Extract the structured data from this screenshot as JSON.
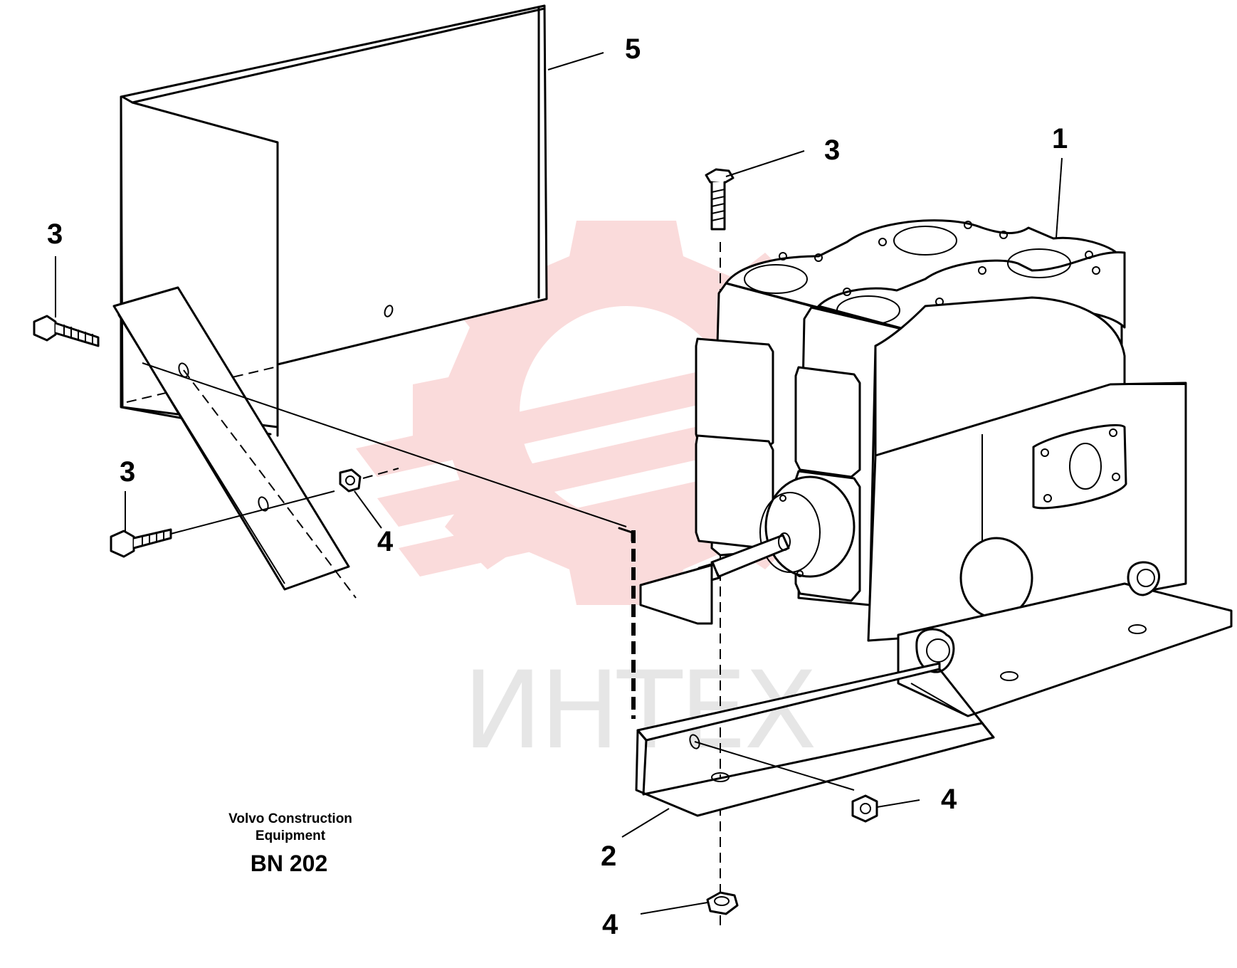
{
  "watermark": {
    "text": "ИНТЕХ",
    "gear_color": "#f08080"
  },
  "callouts": [
    {
      "id": "part-1",
      "label": "1"
    },
    {
      "id": "part-2",
      "label": "2"
    },
    {
      "id": "part-3-top",
      "label": "3"
    },
    {
      "id": "part-3-left-upper",
      "label": "3"
    },
    {
      "id": "part-3-left-lower",
      "label": "3"
    },
    {
      "id": "part-4-left",
      "label": "4"
    },
    {
      "id": "part-4-right",
      "label": "4"
    },
    {
      "id": "part-4-bottom",
      "label": "4"
    },
    {
      "id": "part-5",
      "label": "5"
    }
  ],
  "caption": {
    "line1": "Volvo Construction",
    "line2": "Equipment",
    "code": "BN 202"
  }
}
